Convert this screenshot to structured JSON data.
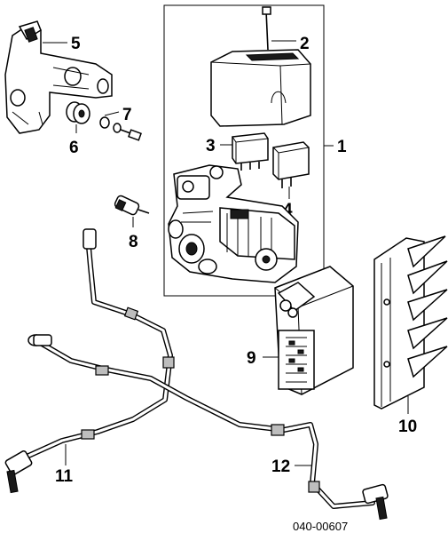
{
  "callouts": {
    "c1": "1",
    "c2": "2",
    "c3": "3",
    "c4": "4",
    "c5": "5",
    "c6": "6",
    "c7": "7",
    "c8": "8",
    "c9": "9",
    "c10": "10",
    "c11": "11",
    "c12": "12"
  },
  "part_number": "040-00607"
}
